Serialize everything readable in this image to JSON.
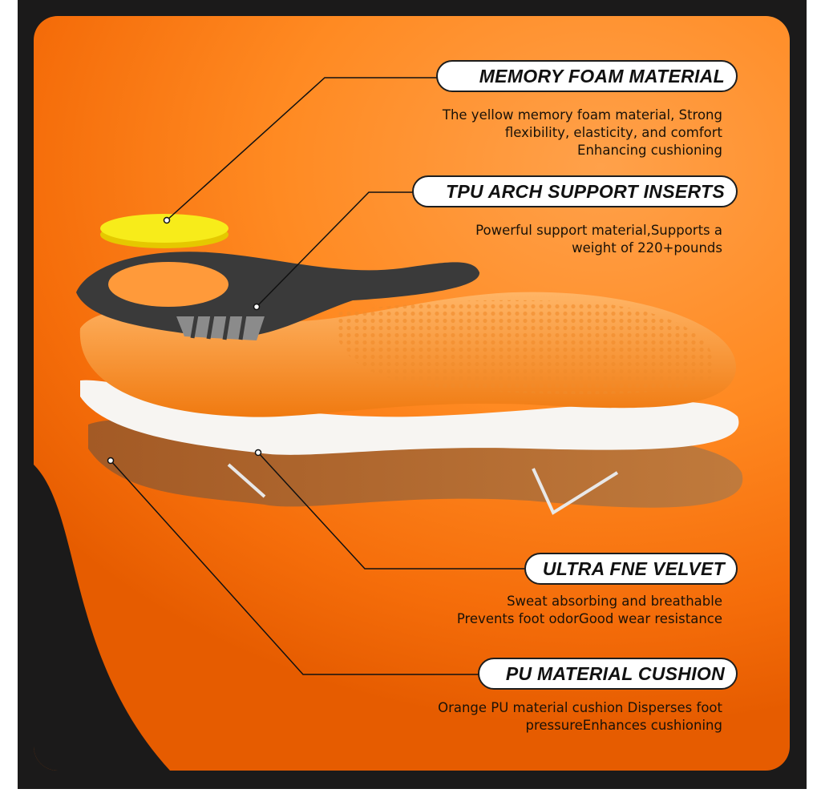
{
  "features": [
    {
      "title": "MEMORY FOAM MATERIAL",
      "lines": [
        "The yellow memory foam material,  Strong",
        "flexibility, elasticity, and comfort",
        "Enhancing cushioning"
      ]
    },
    {
      "title": "TPU ARCH SUPPORT INSERTS",
      "lines": [
        "Powerful support material,Supports a",
        "weight of 220+pounds"
      ]
    },
    {
      "title": "ULTRA FNE VELVET",
      "lines": [
        "Sweat absorbing and breathable",
        "Prevents foot odorGood wear resistance"
      ]
    },
    {
      "title": "PU MATERIAL CUSHION",
      "lines": [
        "Orange PU material cushion Disperses foot",
        "pressureEnhances cushioning"
      ]
    }
  ],
  "colors": {
    "orange": "#ff8a22",
    "yellow": "#f5e400",
    "dark": "#1b1a1a",
    "velvet": "#b5682e"
  }
}
